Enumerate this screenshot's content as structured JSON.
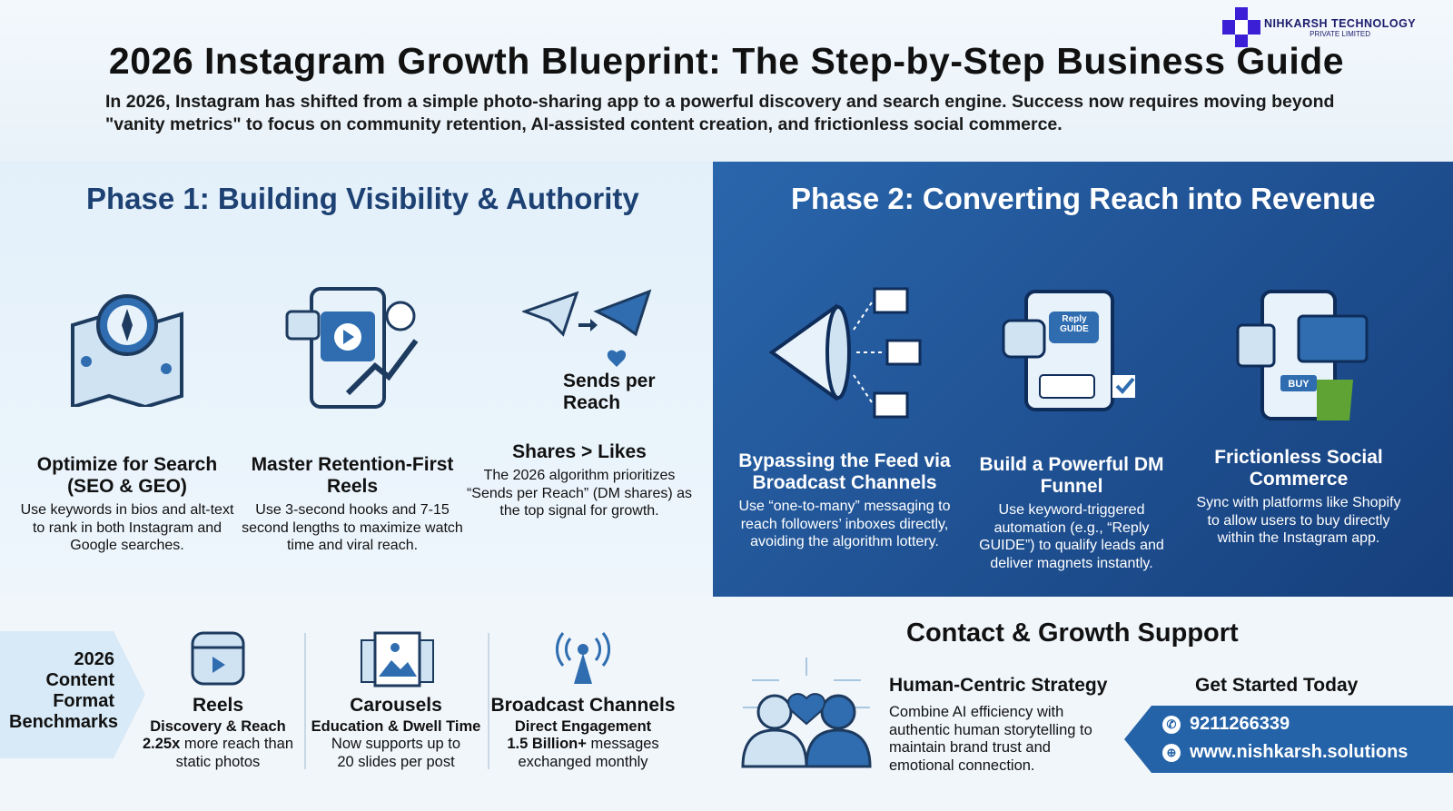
{
  "logo": {
    "name": "NIHKARSH TECHNOLOGY",
    "sub": "PRIVATE LIMITED"
  },
  "header": {
    "title": "2026 Instagram Growth Blueprint: The Step-by-Step Business Guide",
    "subtitle": "In 2026, Instagram has shifted from a simple photo-sharing app to a powerful discovery and search engine. Success now requires moving beyond \"vanity metrics\" to focus on community retention, AI-assisted content creation, and frictionless social commerce."
  },
  "phase1": {
    "title": "Phase 1: Building Visibility & Authority",
    "items": [
      {
        "title": "Optimize for Search (SEO & GEO)",
        "text": "Use keywords in bios and alt-text to rank in both Instagram and Google searches."
      },
      {
        "title": "Master Retention-First Reels",
        "text": "Use 3-second hooks and 7-15 second lengths to maximize watch time and viral reach."
      },
      {
        "title": "Shares > Likes",
        "text": "The 2026 algorithm prioritizes “Sends per Reach” (DM shares) as the top signal for growth.",
        "icon_label": "Sends per Reach"
      }
    ]
  },
  "phase2": {
    "title": "Phase 2: Converting Reach into Revenue",
    "items": [
      {
        "title": "Bypassing the Feed via Broadcast Channels",
        "text": "Use “one-to-many” messaging to reach followers’ inboxes directly, avoiding the algorithm lottery."
      },
      {
        "title": "Build a Powerful DM Funnel",
        "text": "Use keyword-triggered automation (e.g., “Reply GUIDE”) to qualify leads and deliver magnets instantly.",
        "icon_label": "Reply GUIDE"
      },
      {
        "title": "Frictionless Social Commerce",
        "text": "Sync with platforms like Shopify to allow users to buy directly within the Instagram app.",
        "icon_label": "BUY"
      }
    ]
  },
  "benchmarks": {
    "label": "2026 Content Format Benchmarks",
    "items": [
      {
        "title": "Reels",
        "sub": "Discovery & Reach",
        "strong": "2.25x",
        "text": " more reach than static photos"
      },
      {
        "title": "Carousels",
        "sub": "Education & Dwell Time",
        "strong": "",
        "text": "Now supports up to 20 slides per post"
      },
      {
        "title": "Broadcast Channels",
        "sub": "Direct Engagement",
        "strong": "1.5 Billion+",
        "text": " messages exchanged monthly"
      }
    ]
  },
  "contact": {
    "title": "Contact & Growth Support",
    "hc_title": "Human-Centric Strategy",
    "hc_text": "Combine AI efficiency with authentic human storytelling to maintain brand trust and emotional connection.",
    "gs_title": "Get Started Today",
    "phone": "9211266339",
    "website": "www.nishkarsh.solutions"
  },
  "colors": {
    "navy": "#1d4173",
    "blue": "#2563a8",
    "dark_panel": "#163f7c"
  }
}
